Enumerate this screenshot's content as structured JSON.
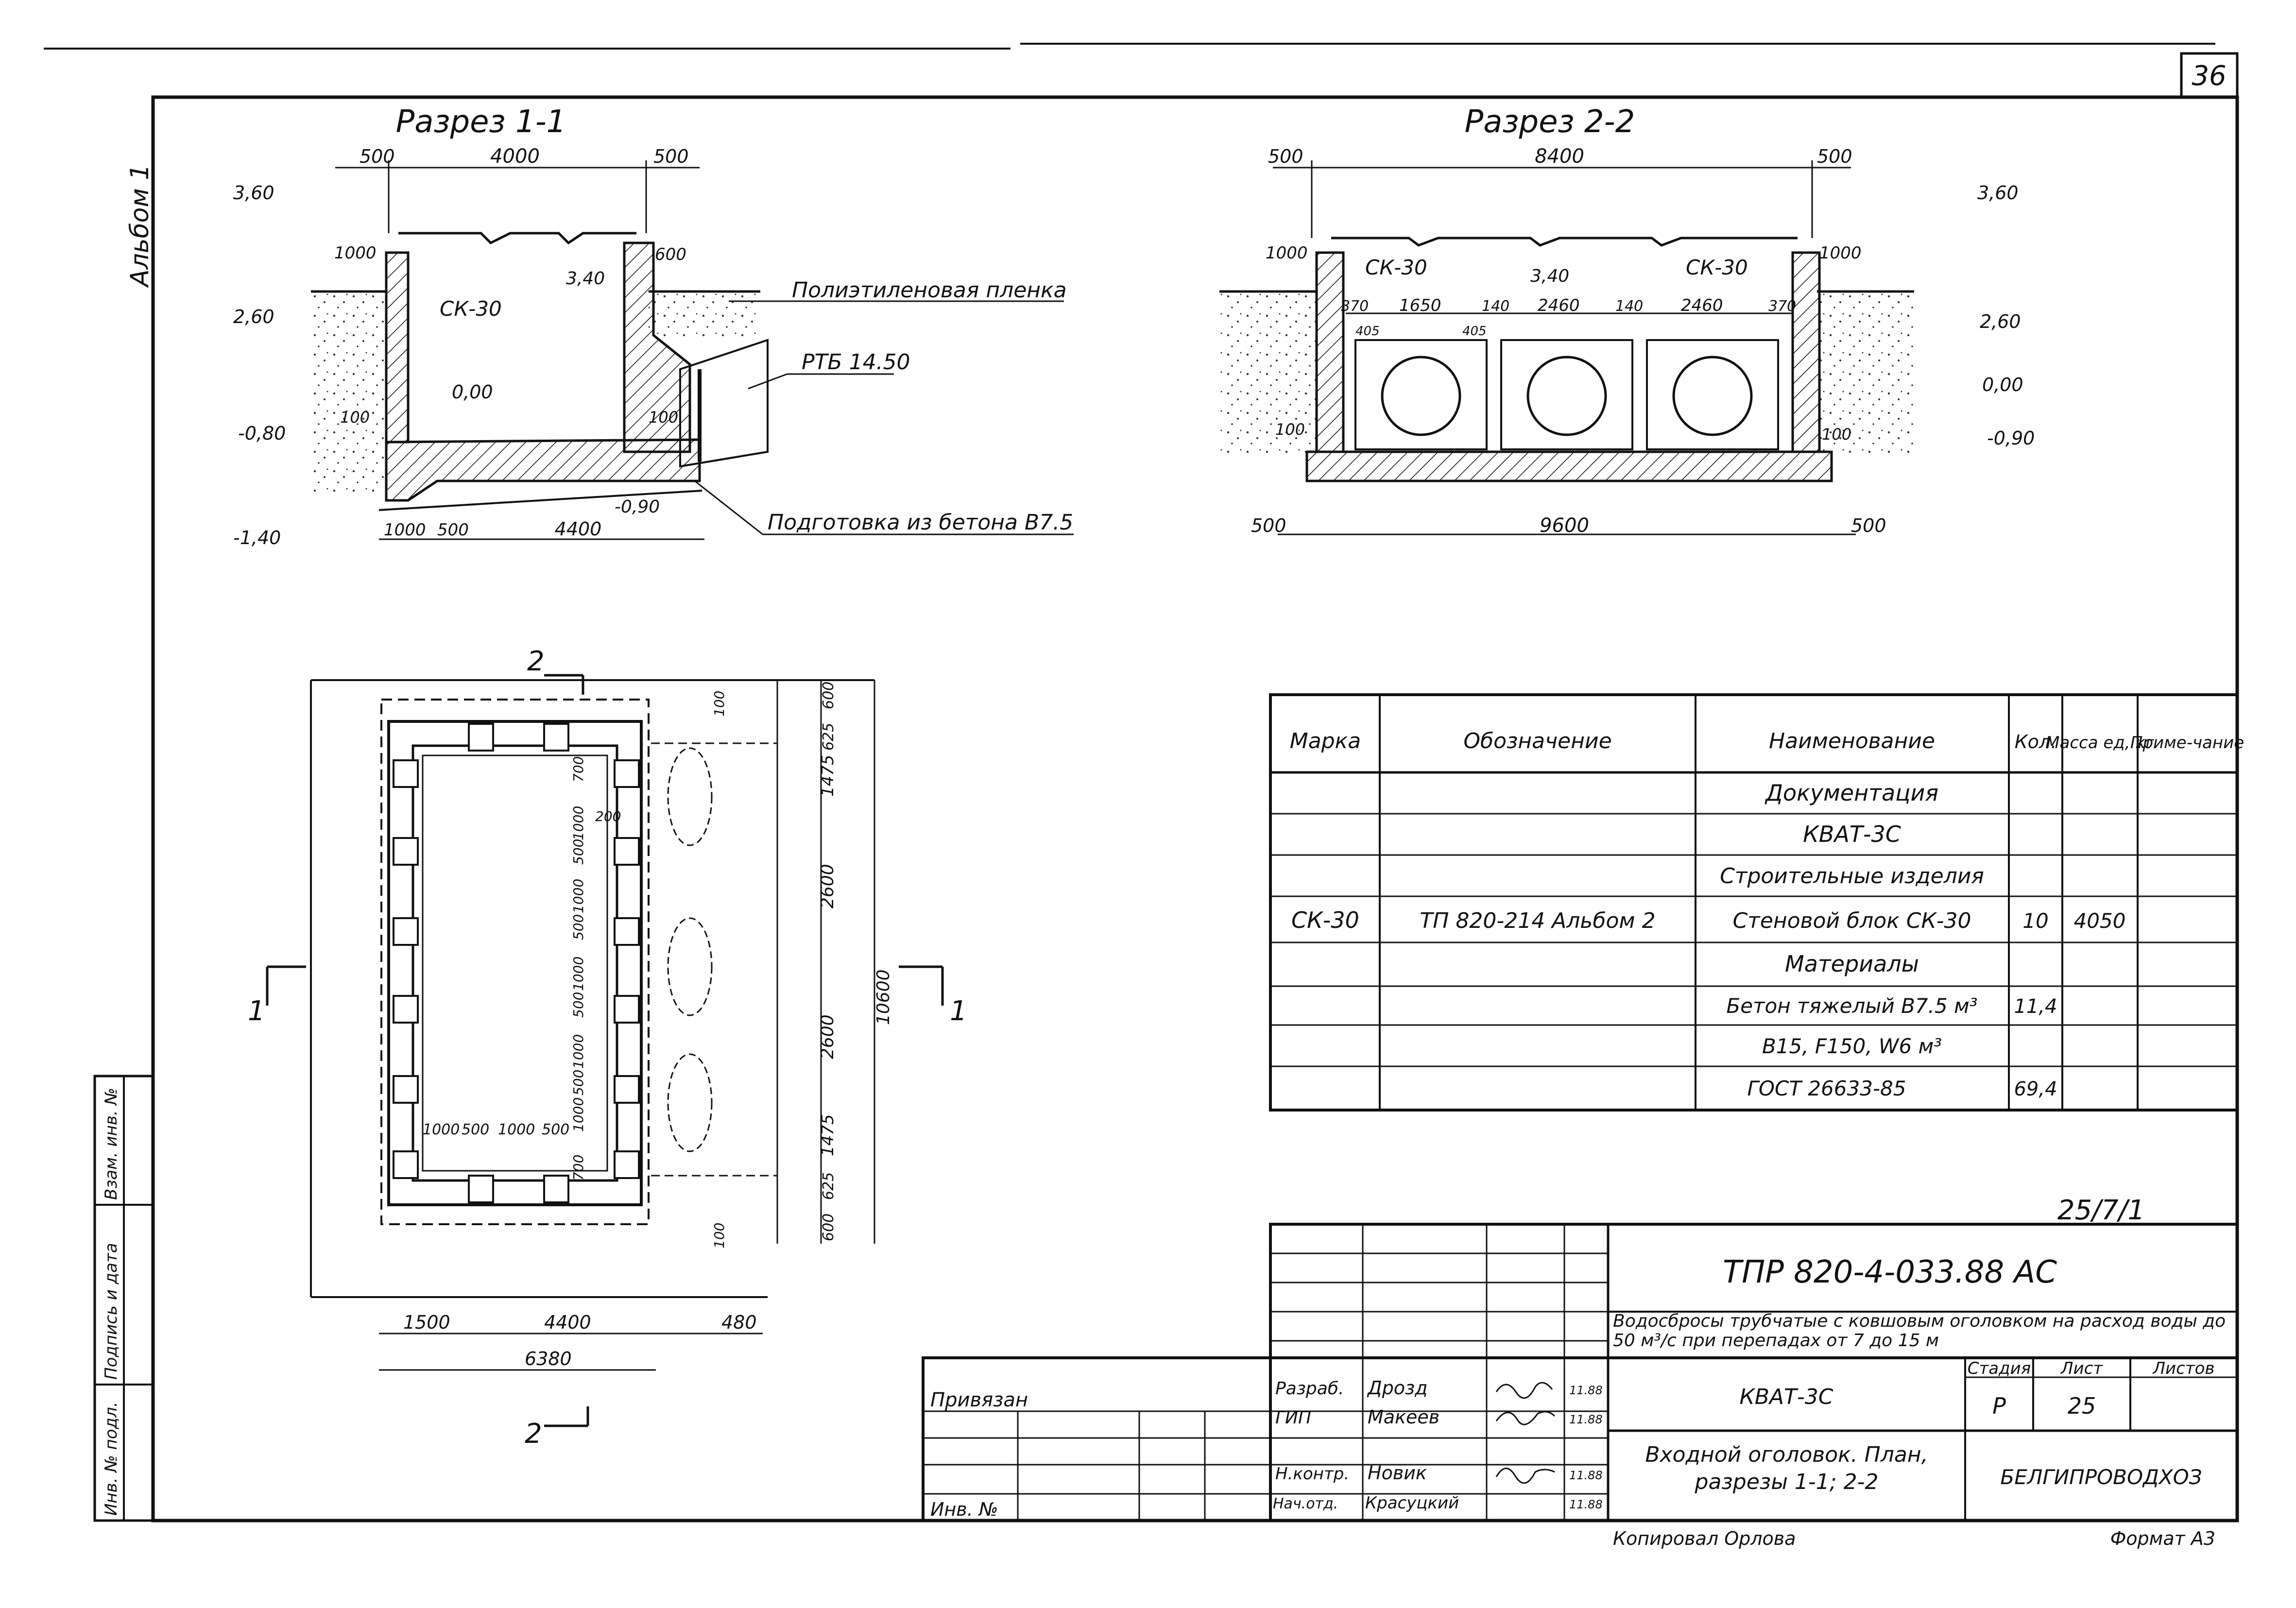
{
  "sheet_number": "36",
  "album_label": "Альбом 1",
  "section1": {
    "title": "Разрез 1-1",
    "dims": [
      "500",
      "4000",
      "500",
      "1000",
      "4400",
      "500",
      "1000",
      "600",
      "100",
      "100"
    ],
    "levels": [
      "3,60",
      "2,60",
      "-0,80",
      "-1,40",
      "3,40",
      "0,00",
      "-0,90"
    ],
    "block": "СК-30",
    "notes": [
      "Полиэтиленовая пленка",
      "РТБ 14.50",
      "Подготовка из бетона В7.5"
    ]
  },
  "section2": {
    "title": "Разрез 2-2",
    "dims": [
      "500",
      "8400",
      "500",
      "1000",
      "1000",
      "370",
      "1650",
      "140",
      "2460",
      "140",
      "2460",
      "370",
      "405",
      "405",
      "100",
      "100",
      "500",
      "9600",
      "500"
    ],
    "levels": [
      "3,60",
      "2,60",
      "0,00",
      "-0,90",
      "3,40"
    ],
    "blocks": [
      "СК-30",
      "СК-30"
    ]
  },
  "plan": {
    "cut_marks": [
      "2",
      "2",
      "1",
      "1"
    ],
    "bottom_dims": [
      "1500",
      "4400",
      "480",
      "6380"
    ],
    "right_dims": [
      "600",
      "625",
      "1475",
      "2600",
      "2600",
      "1475",
      "625",
      "600",
      "10600"
    ],
    "inner_dims": [
      "100",
      "700",
      "1000",
      "200",
      "500",
      "1000",
      "500",
      "1000",
      "500",
      "1000",
      "500",
      "1000",
      "500",
      "1000",
      "700",
      "1000",
      "500",
      "1000",
      "500",
      "100"
    ]
  },
  "spec_table": {
    "headers": [
      "Марка",
      "Обозначение",
      "Наименование",
      "Кол.",
      "Масса ед, кг",
      "Приме-чание"
    ],
    "rows": [
      [
        "",
        "",
        "Документация",
        "",
        "",
        ""
      ],
      [
        "",
        "",
        "КВАТ-3С",
        "",
        "",
        ""
      ],
      [
        "",
        "",
        "Строительные изделия",
        "",
        "",
        ""
      ],
      [
        "СК-30",
        "ТП 820-214 Альбом 2",
        "Стеновой блок СК-30",
        "10",
        "4050",
        ""
      ],
      [
        "",
        "",
        "Материалы",
        "",
        "",
        ""
      ],
      [
        "",
        "",
        "Бетон тяжелый В7.5 м³",
        "11,4",
        "",
        ""
      ],
      [
        "",
        "",
        "В15, F150, W6 м³",
        "",
        "",
        ""
      ],
      [
        "",
        "",
        "ГОСТ 26633-85",
        "69,4",
        "",
        ""
      ]
    ]
  },
  "title_block": {
    "order_number": "25/7/1",
    "code": "ТПР 820-4-033.88 АС",
    "description": "Водосбросы трубчатые с ковшовым оголовком на расход воды до 50 м³/с при перепадах от 7 до 15 м",
    "privyazan": "Привязан",
    "inv": "Инв. №",
    "people": [
      {
        "role": "Разраб.",
        "name": "Дрозд",
        "date": "11.88"
      },
      {
        "role": "ГИП",
        "name": "Макеев",
        "date": "11.88"
      },
      {
        "role": "Н.контр.",
        "name": "Новик",
        "date": "11.88"
      },
      {
        "role": "Нач.отд.",
        "name": "Красуцкий",
        "date": "11.88"
      }
    ],
    "project": "КВАТ-3С",
    "stage_header": "Стадия",
    "sheet_header": "Лист",
    "sheets_header": "Листов",
    "stage": "Р",
    "sheet": "25",
    "drawing_title": "Входной оголовок. План, разрезы 1-1; 2-2",
    "org": "БЕЛГИПРОВОДХОЗ",
    "copied": "Копировал Орлова",
    "format": "Формат А3"
  },
  "side_stamp": [
    "Инв. № подл.",
    "Подпись и дата",
    "Взам. инв. №"
  ]
}
